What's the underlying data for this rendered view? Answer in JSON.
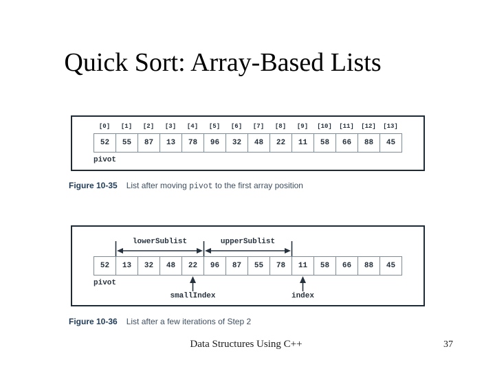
{
  "slide": {
    "title": "Quick Sort: Array-Based Lists",
    "footer": {
      "center": "Data Structures Using C++",
      "page_number": "37"
    }
  },
  "figure1": {
    "indices": [
      "[0]",
      "[1]",
      "[2]",
      "[3]",
      "[4]",
      "[5]",
      "[6]",
      "[7]",
      "[8]",
      "[9]",
      "[10]",
      "[11]",
      "[12]",
      "[13]"
    ],
    "values": [
      "52",
      "55",
      "87",
      "13",
      "78",
      "96",
      "32",
      "48",
      "22",
      "11",
      "58",
      "66",
      "88",
      "45"
    ],
    "pivot_label": "pivot",
    "caption": {
      "label": "Figure 10-35",
      "text_before": "List after moving ",
      "code": "pivot",
      "text_after": " to the first array position"
    }
  },
  "figure2": {
    "values": [
      "52",
      "13",
      "32",
      "48",
      "22",
      "96",
      "87",
      "55",
      "78",
      "11",
      "58",
      "66",
      "88",
      "45"
    ],
    "pivot_label": "pivot",
    "lower_sublist_label": "lowerSublist",
    "upper_sublist_label": "upperSublist",
    "small_index_label": "smallIndex",
    "index_label": "index",
    "caption": {
      "label": "Figure 10-36",
      "text": "List after a few iterations of Step 2"
    }
  },
  "colors": {
    "box_border": "#1d2935",
    "cell_border": "#7e8a95",
    "figure_ink": "#26323e",
    "caption_label": "#1f3b57",
    "caption_text": "#3d4f61"
  }
}
